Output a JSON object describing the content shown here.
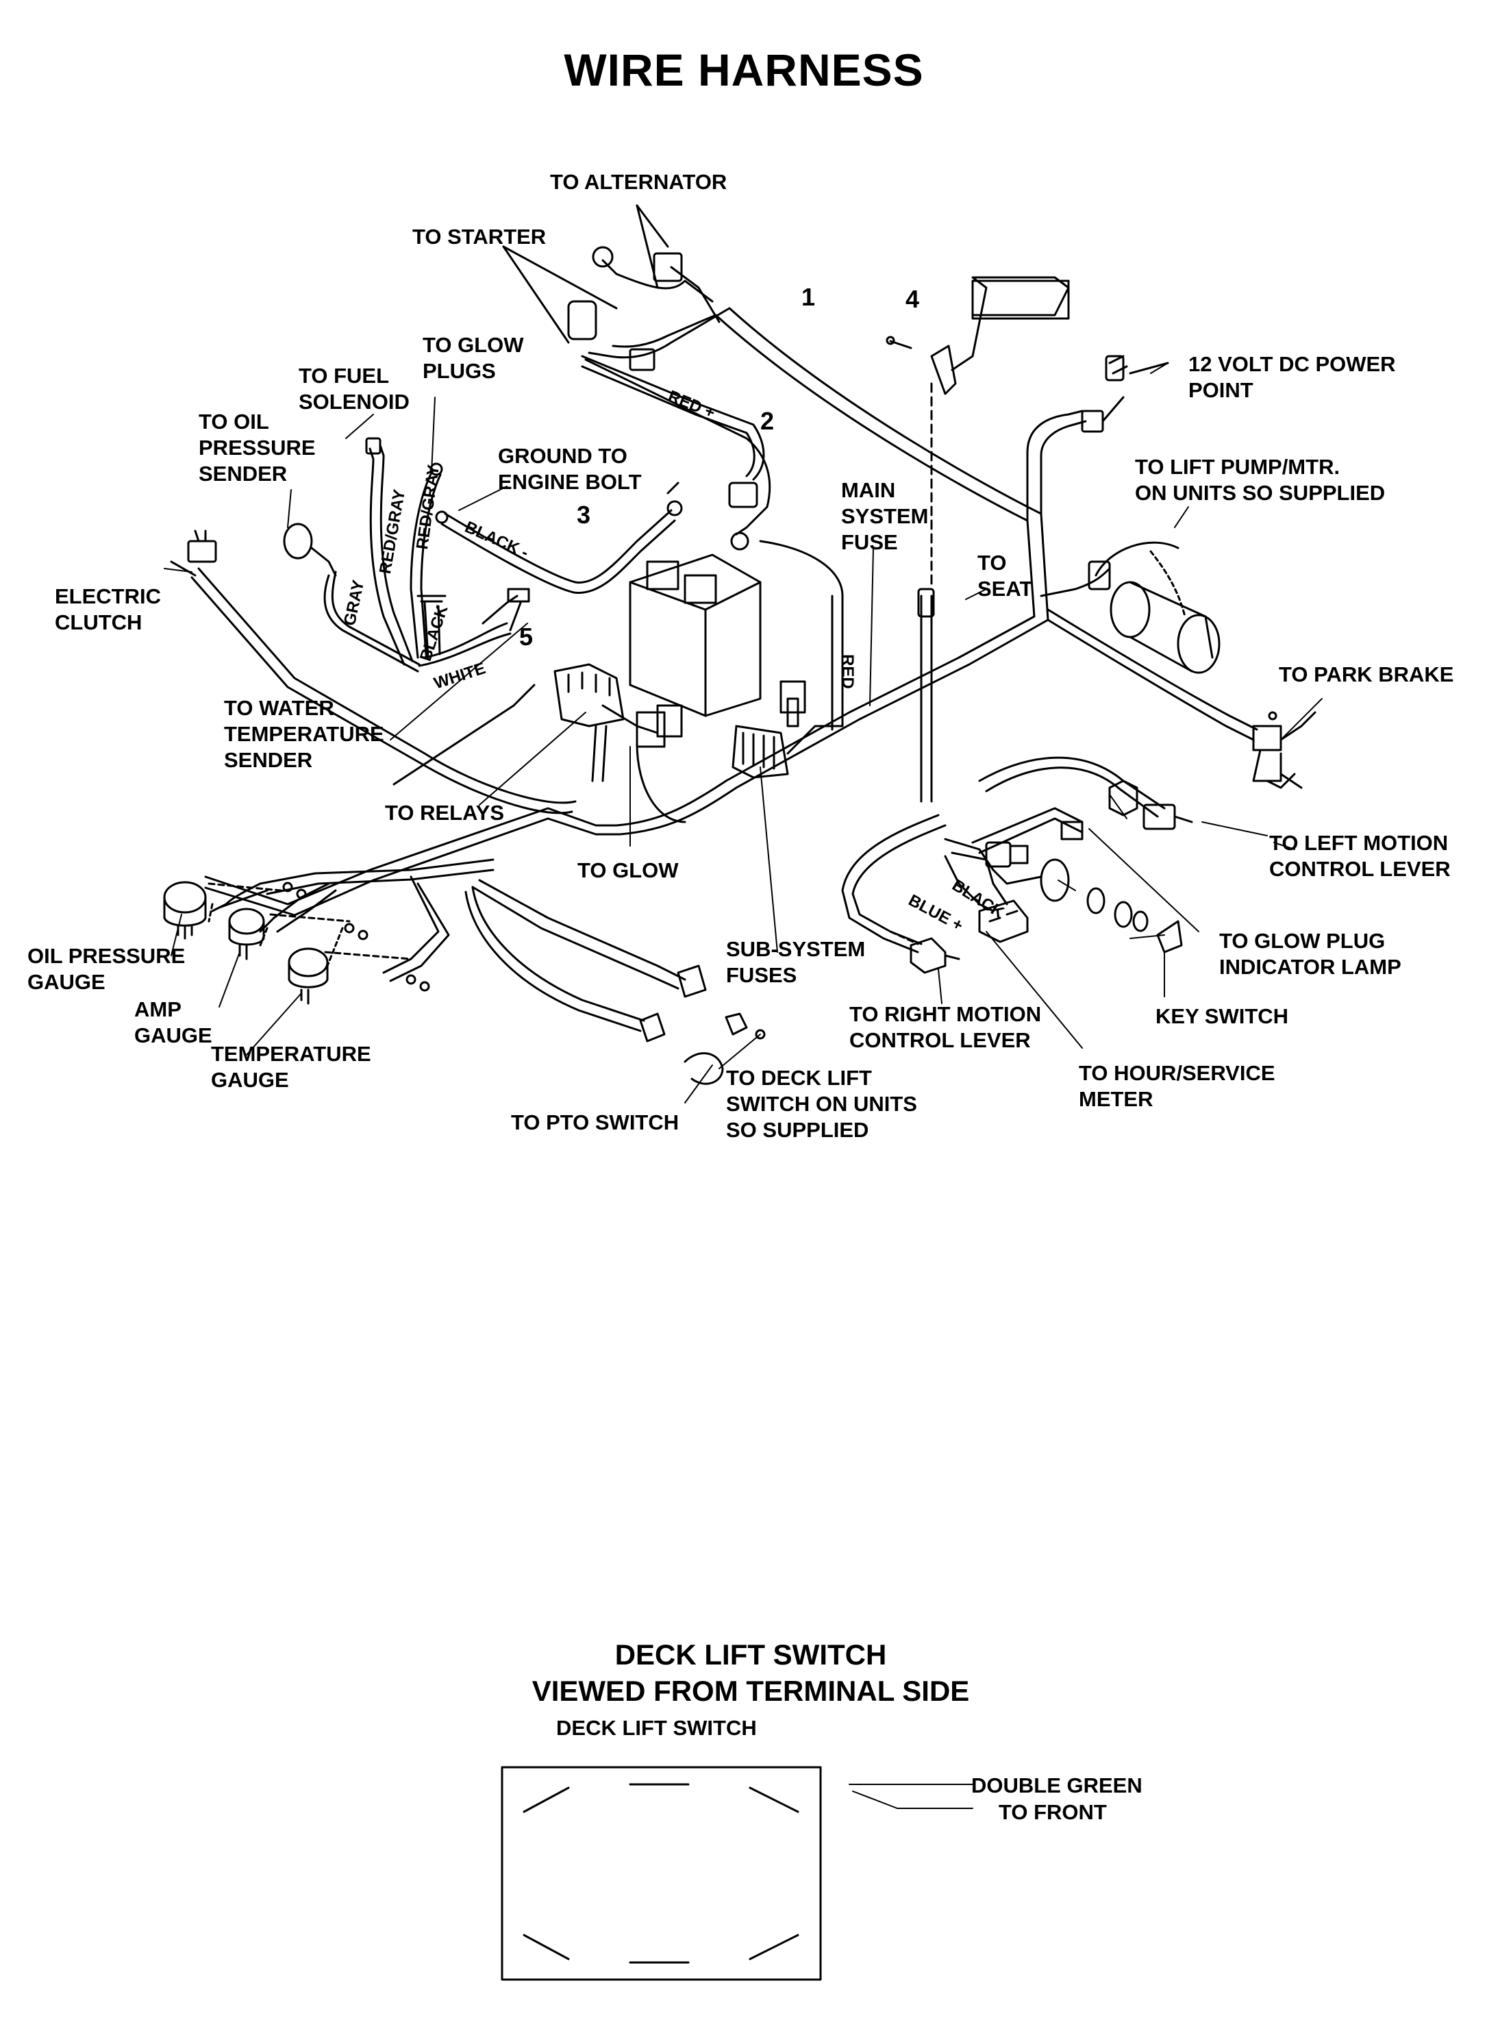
{
  "title": "WIRE HARNESS",
  "labels": {
    "to_alternator": "TO ALTERNATOR",
    "to_starter": "TO STARTER",
    "to_glow_plugs": "TO GLOW\nPLUGS",
    "to_fuel_solenoid": "TO FUEL\nSOLENOID",
    "to_oil_pressure_sender": "TO OIL\nPRESSURE\nSENDER",
    "ground_to_engine_bolt": "GROUND TO\nENGINE BOLT",
    "main_system_fuse": "MAIN\nSYSTEM\nFUSE",
    "to_seat": "TO\nSEAT",
    "power_point": "12 VOLT DC POWER\nPOINT",
    "to_lift_pump": "TO LIFT PUMP/MTR.\nON UNITS SO SUPPLIED",
    "electric_clutch": "ELECTRIC\nCLUTCH",
    "to_park_brake": "TO PARK BRAKE",
    "to_water_temperature_sender": "TO WATER\nTEMPERATURE\nSENDER",
    "to_relays": "TO RELAYS",
    "to_glow": "TO GLOW",
    "to_left_motion_control_lever": "TO LEFT MOTION\nCONTROL LEVER",
    "to_glow_plug_indicator_lamp": "TO GLOW PLUG\nINDICATOR LAMP",
    "oil_pressure_gauge": "OIL PRESSURE\nGAUGE",
    "amp_gauge": "AMP\nGAUGE",
    "temperature_gauge": "TEMPERATURE\nGAUGE",
    "sub_system_fuses": "SUB-SYSTEM\nFUSES",
    "to_right_motion_control_lever": "TO RIGHT MOTION\nCONTROL LEVER",
    "key_switch": "KEY SWITCH",
    "to_hour_service_meter": "TO HOUR/SERVICE\nMETER",
    "to_deck_lift_switch": "TO DECK LIFT\nSWITCH ON UNITS\nSO SUPPLIED",
    "to_pto_switch": "TO PTO SWITCH"
  },
  "wire_labels": {
    "red_plus": "RED +",
    "black_minus": "BLACK -",
    "red": "RED",
    "gray": "GRAY",
    "red_gray_1": "RED/GRAY",
    "red_gray_2": "RED/GRAY",
    "black": "BLACK",
    "white": "WHITE",
    "black_2": "BLACK",
    "blue_plus": "BLUE +"
  },
  "callouts": {
    "n1": "1",
    "n2": "2",
    "n3": "3",
    "n4": "4",
    "n5": "5"
  },
  "deck": {
    "heading_line1": "DECK LIFT SWITCH",
    "heading_line2": "VIEWED FROM TERMINAL SIDE",
    "box_label": "DECK LIFT SWITCH",
    "double_green": "DOUBLE GREEN",
    "to_front": "TO FRONT"
  }
}
